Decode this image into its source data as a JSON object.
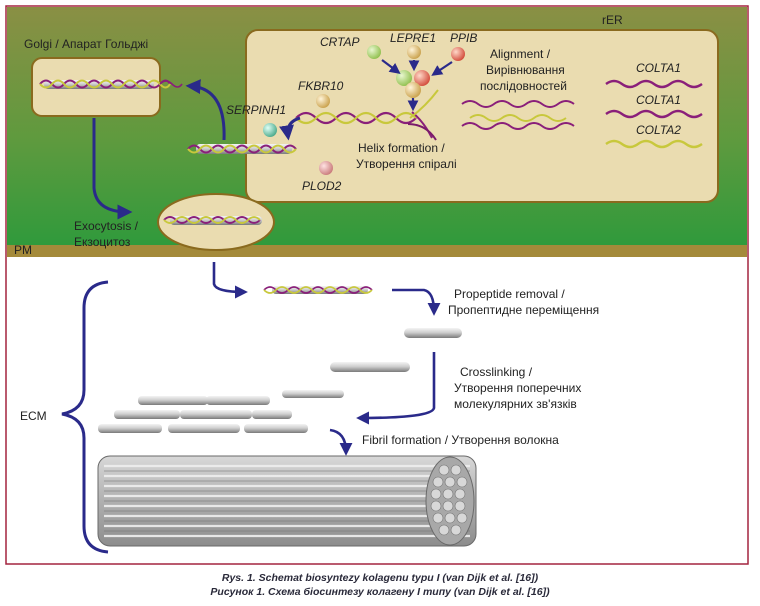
{
  "labels": {
    "golgi": "Golgi / Апарат Гольджі",
    "rer": "rER",
    "crtap": "CRTAP",
    "lepre1": "LEPRE1",
    "ppib": "PPIB",
    "fkbr10": "FKBR10",
    "serpinh1": "SERPINH1",
    "plod2": "PLOD2",
    "alignment_1": "Alignment /",
    "alignment_2": "Вирівнювання",
    "alignment_3": "послідовностей",
    "colta1_a": "COLTA1",
    "colta1_b": "COLTA1",
    "colta2": "COLTA2",
    "helix_1": "Helix formation /",
    "helix_2": "Утворення спіралі",
    "exocytosis_1": "Exocytosis /",
    "exocytosis_2": "Екзоцитоз",
    "pm": "PM",
    "propeptide_1": "Propeptide removal /",
    "propeptide_2": "Пропептидне переміщення",
    "crosslink_1": "Crosslinking /",
    "crosslink_2": "Утворення поперечних",
    "crosslink_3": "молекулярних зв'язків",
    "fibril": "Fibril formation / Утворення волокна",
    "ecm": "ECM"
  },
  "caption": {
    "line1": "Rys. 1. Schemat biosyntezy kolagenu typu I (van Dijk et al. [16])",
    "line2": "Рисунок 1. Схема біосинтезу колагену І типу (van Dijk et al. [16])"
  },
  "colors": {
    "cell_top": "#8a8f44",
    "cell_bottom": "#2f9a3c",
    "organelle_fill": "#eadcb0",
    "organelle_stroke": "#8a6a1e",
    "membrane": "#a48a3a",
    "arrow": "#2a2a8a",
    "border": "#a3243f",
    "strand_purple": "#8a1f7a",
    "strand_yellow": "#c8c83c",
    "strand_gray": "#9a9a9a"
  }
}
